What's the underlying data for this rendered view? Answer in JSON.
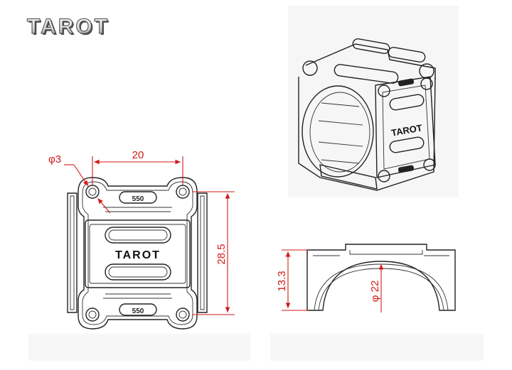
{
  "brand": {
    "logo_text": "TAROT"
  },
  "top_view": {
    "label_main": "TAROT",
    "label_top_slot": "550",
    "label_bottom_slot": "550"
  },
  "iso_view": {
    "label": "TAROT"
  },
  "dimensions": {
    "hole_diameter": "φ3",
    "hole_spacing": "20",
    "height": "28.5",
    "side_height": "13.3",
    "bore_diameter": "φ 22"
  },
  "colors": {
    "ink": "#222222",
    "dimension": "#d21a1a"
  }
}
